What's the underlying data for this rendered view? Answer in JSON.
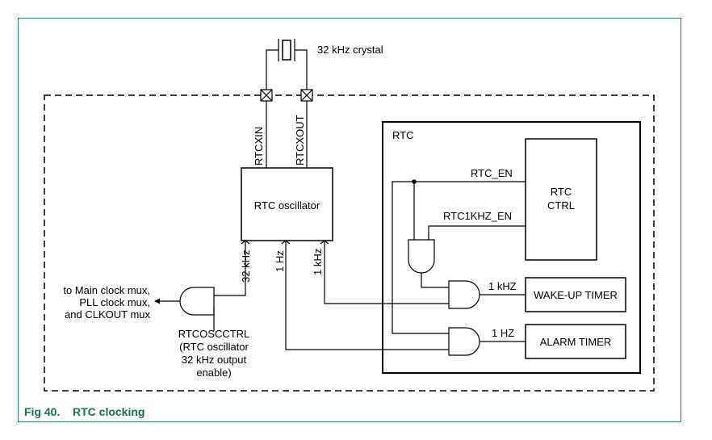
{
  "crystal": {
    "label": "32 kHz crystal"
  },
  "pins": {
    "rtcxin": "RTCXIN",
    "rtcxout": "RTCXOUT"
  },
  "oscillator": {
    "label": "RTC oscillator"
  },
  "outputs": {
    "khz32": "32 kHz",
    "hz1": "1 Hz",
    "khz1": "1 kHz"
  },
  "rtc_block": {
    "label": "RTC"
  },
  "rtc_ctrl": {
    "line1": "RTC",
    "line2": "CTRL"
  },
  "signals": {
    "rtc_en": "RTC_EN",
    "rtc1khz_en": "RTC1KHZ_EN",
    "khz1_out": "1 kHZ",
    "hz1_out": "1 HZ"
  },
  "wakeup_timer": {
    "label": "WAKE-UP TIMER"
  },
  "alarm_timer": {
    "label": "ALARM TIMER"
  },
  "mux_target": {
    "line1": "to Main clock mux,",
    "line2": "PLL clock mux,",
    "line3": "and CLKOUT mux"
  },
  "rtcoscctrl": {
    "line1": "RTCOSCCTRL",
    "line2": "(RTC oscillator",
    "line3": "32 kHz output",
    "line4": "enable)"
  },
  "caption": {
    "fig": "Fig 40.",
    "title": "RTC clocking"
  }
}
